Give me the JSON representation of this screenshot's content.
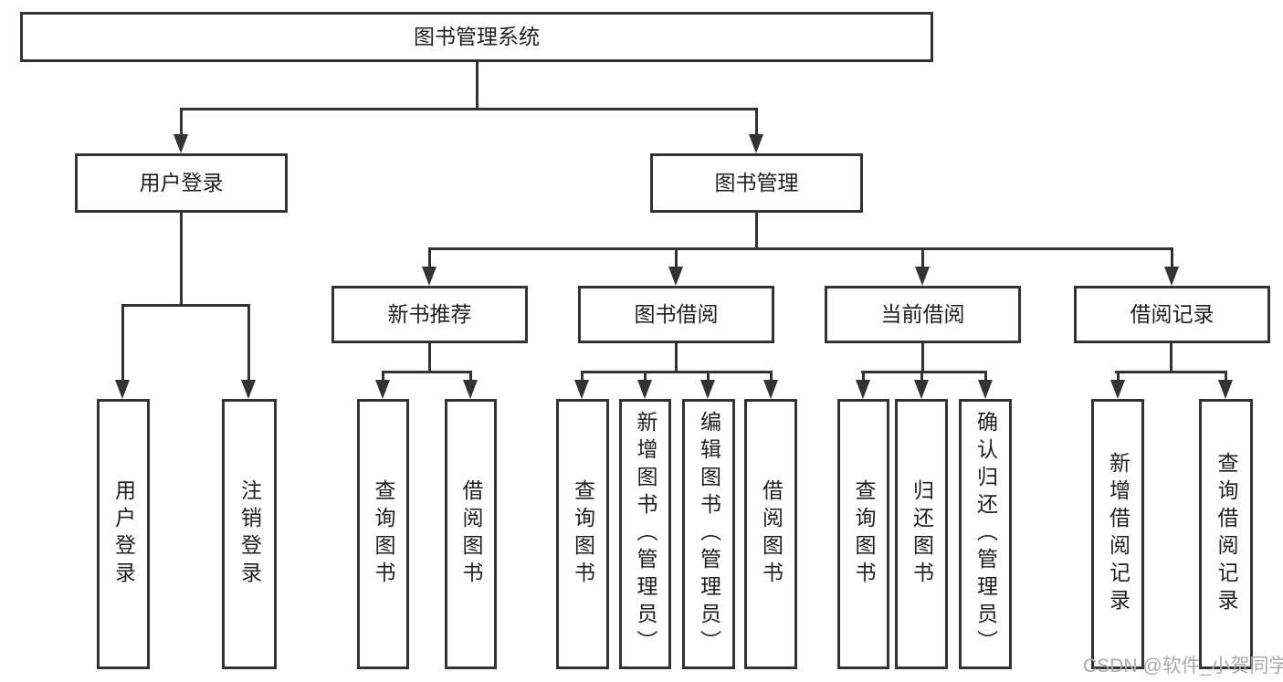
{
  "diagram": {
    "title": "图书管理系统",
    "branches": [
      {
        "label": "用户登录",
        "children": [
          "用户登录",
          "注销登录"
        ]
      },
      {
        "label": "图书管理",
        "sections": [
          {
            "label": "新书推荐",
            "children": [
              "查询图书",
              "借阅图书"
            ]
          },
          {
            "label": "图书借阅",
            "children": [
              "查询图书",
              "新增图书（管理员）",
              "编辑图书（管理员）",
              "借阅图书"
            ]
          },
          {
            "label": "当前借阅",
            "children": [
              "查询图书",
              "归还图书",
              "确认归还（管理员）"
            ]
          },
          {
            "label": "借阅记录",
            "children": [
              "新增借阅记录",
              "查询借阅记录"
            ]
          }
        ]
      }
    ]
  },
  "watermark": "CSDN @软件_小贺同学",
  "colors": {
    "line": "#333333",
    "text": "#1f1f1f",
    "watermark": "#ababab",
    "background": "#ffffff"
  }
}
